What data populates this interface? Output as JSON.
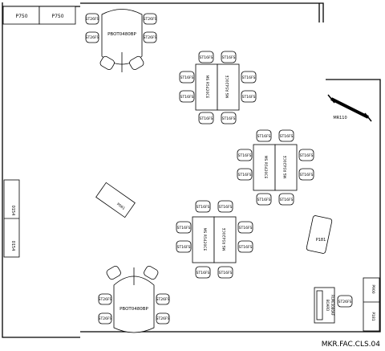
{
  "drawing_code": "MKR.FAC.CLS.04",
  "labels": {
    "cabinet": "P750",
    "side_unit": "0154",
    "table_round": "PBOT0480BP",
    "chair_f": "ST26FS",
    "chair_b": "ST16FS",
    "desk_a": "MS R5420CE",
    "desk_b": "MS R5420CE",
    "table_1": "P061",
    "table_2": "P181",
    "marker_rail": "MR110",
    "bin_1": "BOARD",
    "bin_2": "RUPE3080AF",
    "side_1": "P900",
    "side_2": "P181"
  }
}
